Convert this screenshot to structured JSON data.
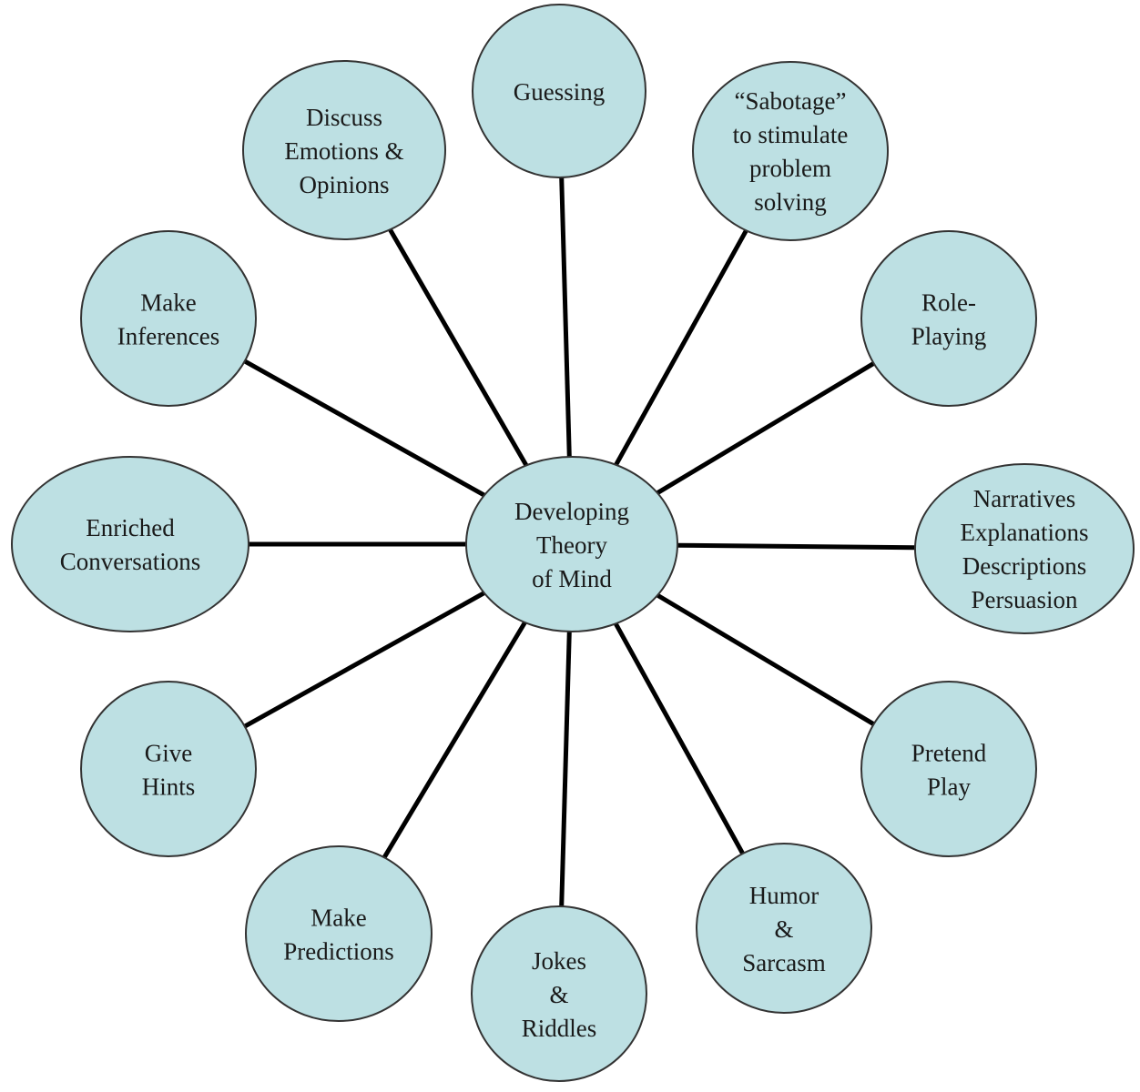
{
  "diagram": {
    "type": "spider-diagram",
    "colors": {
      "node_fill": "#bde0e3",
      "node_stroke": "#333333",
      "connector": "#000000",
      "text": "#1a1a1a"
    },
    "center": {
      "lines": [
        "Developing",
        "Theory",
        "of Mind"
      ]
    },
    "nodes": [
      {
        "id": "guessing",
        "lines": [
          "Guessing"
        ]
      },
      {
        "id": "sabotage",
        "lines": [
          "“Sabotage”",
          "to stimulate",
          "problem",
          "solving"
        ]
      },
      {
        "id": "role-playing",
        "lines": [
          "Role-",
          "Playing"
        ]
      },
      {
        "id": "narratives",
        "lines": [
          "Narratives",
          "Explanations",
          "Descriptions",
          "Persuasion"
        ]
      },
      {
        "id": "pretend-play",
        "lines": [
          "Pretend",
          "Play"
        ]
      },
      {
        "id": "humor-sarcasm",
        "lines": [
          "Humor",
          "&",
          "Sarcasm"
        ]
      },
      {
        "id": "jokes-riddles",
        "lines": [
          "Jokes",
          "&",
          "Riddles"
        ]
      },
      {
        "id": "make-predictions",
        "lines": [
          "Make",
          "Predictions"
        ]
      },
      {
        "id": "give-hints",
        "lines": [
          "Give",
          "Hints"
        ]
      },
      {
        "id": "enriched-conversations",
        "lines": [
          "Enriched",
          "Conversations"
        ]
      },
      {
        "id": "make-inferences",
        "lines": [
          "Make",
          "Inferences"
        ]
      },
      {
        "id": "discuss-emotions",
        "lines": [
          "Discuss",
          "Emotions &",
          "Opinions"
        ]
      }
    ]
  }
}
